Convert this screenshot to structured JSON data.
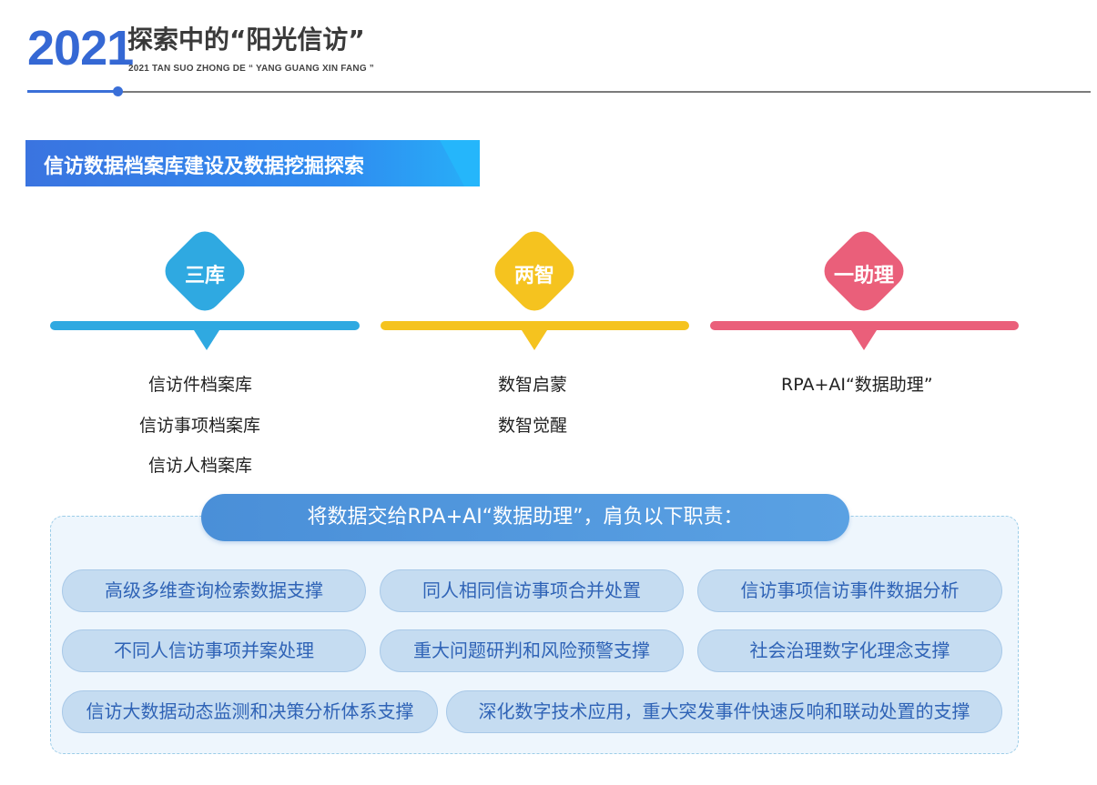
{
  "header": {
    "year": "2021",
    "title": "探索中的“阳光信访”",
    "subtitle": "2021 TAN SUO ZHONG DE “ YANG GUANG XIN FANG ”"
  },
  "section": {
    "title": "信访数据档案库建设及数据挖掘探索"
  },
  "pillars": [
    {
      "label": "三库",
      "color": "#2fa9e1",
      "items": [
        "信访件档案库",
        "信访事项档案库",
        "信访人档案库"
      ]
    },
    {
      "label": "两智",
      "color": "#f5c31f",
      "items": [
        "数智启蒙",
        "数智觉醒"
      ]
    },
    {
      "label": "一助理",
      "color": "#ea5f7a",
      "items": [
        "RPA+AI“数据助理”"
      ]
    }
  ],
  "duties": {
    "heading": "将数据交给RPA+AI“数据助理”，肩负以下职责：",
    "items": [
      "高级多维查询检索数据支撑",
      "同人相同信访事项合并处置",
      "信访事项信访事件数据分析",
      "不同人信访事项并案处理",
      "重大问题研判和风险预警支撑",
      "社会治理数字化理念支撑",
      "信访大数据动态监测和决策分析体系支撑",
      "深化数字技术应用，重大突发事件快速反响和联动处置的支撑"
    ]
  }
}
